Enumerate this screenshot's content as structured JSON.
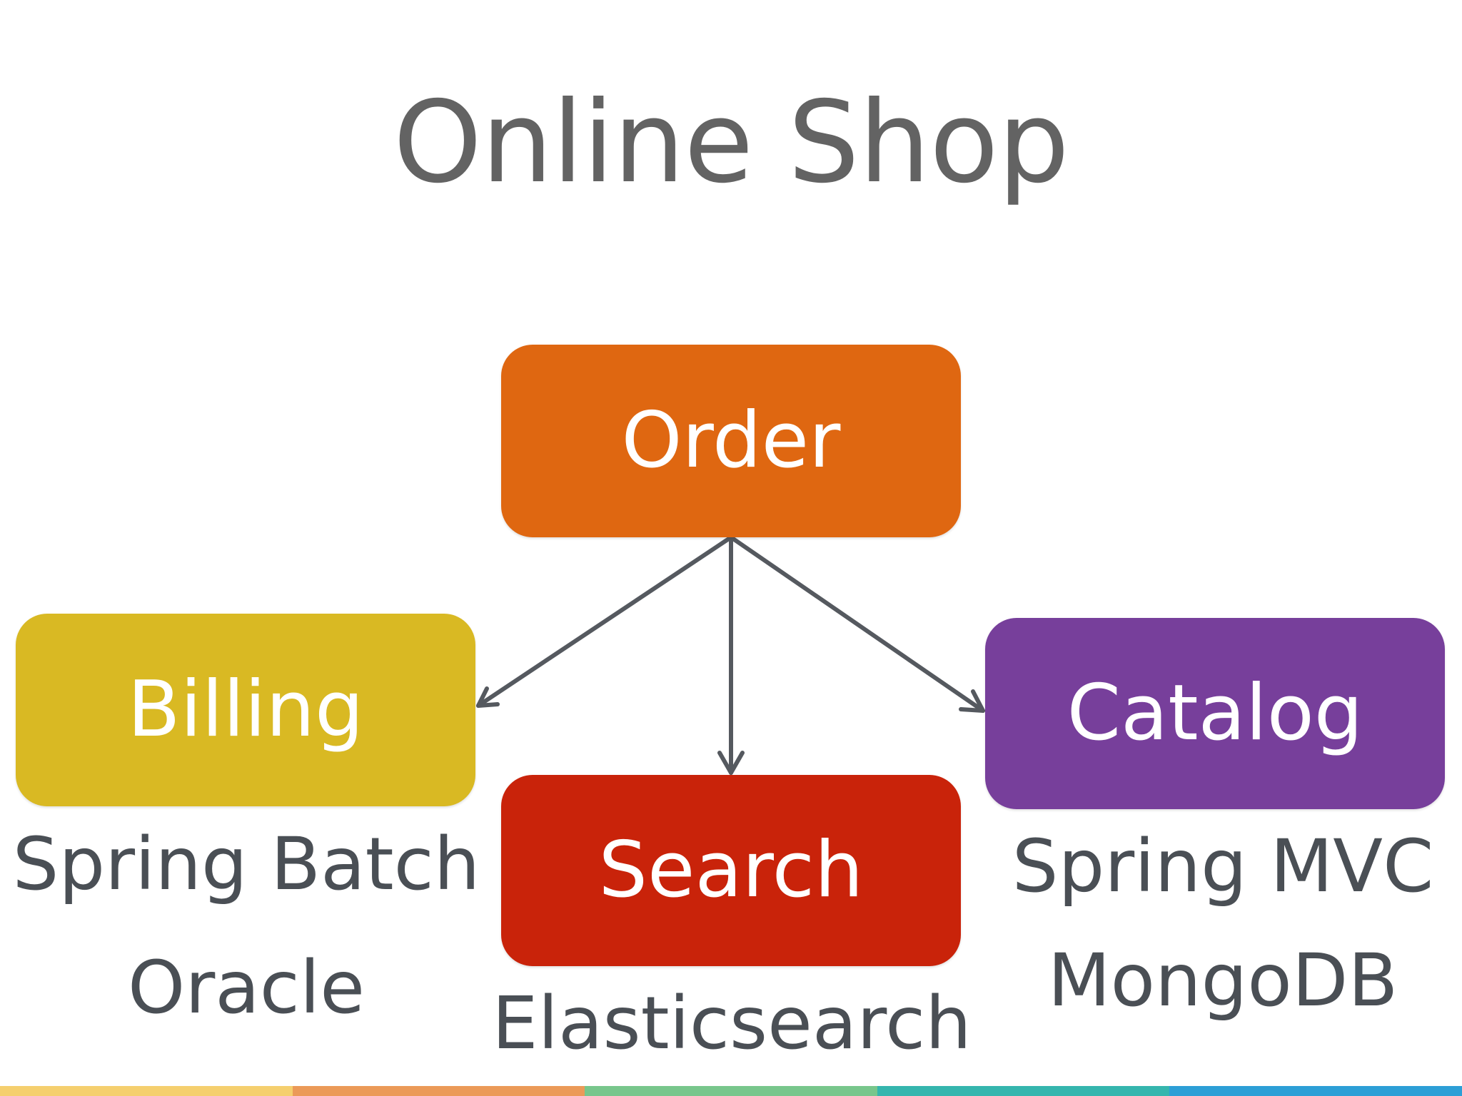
{
  "title": "Online Shop",
  "nodes": {
    "order": {
      "label": "Order",
      "color": "#df6711"
    },
    "billing": {
      "label": "Billing",
      "color": "#d9b923"
    },
    "catalog": {
      "label": "Catalog",
      "color": "#773f9b"
    },
    "search": {
      "label": "Search",
      "color": "#c9230a"
    }
  },
  "captions": {
    "billing": [
      "Spring Batch",
      "Oracle"
    ],
    "search": [
      "Elasticsearch"
    ],
    "catalog": [
      "Spring MVC",
      "MongoDB"
    ]
  },
  "edges": [
    {
      "from": "Order",
      "to": "Billing"
    },
    {
      "from": "Order",
      "to": "Search"
    },
    {
      "from": "Order",
      "to": "Catalog"
    }
  ],
  "colors": {
    "title": "#636363",
    "caption": "#4a4f55",
    "arrow": "#55595f",
    "footer": [
      "#f5cf6e",
      "#eb9a58",
      "#78c68c",
      "#35b6ae",
      "#2c9fd6"
    ]
  }
}
